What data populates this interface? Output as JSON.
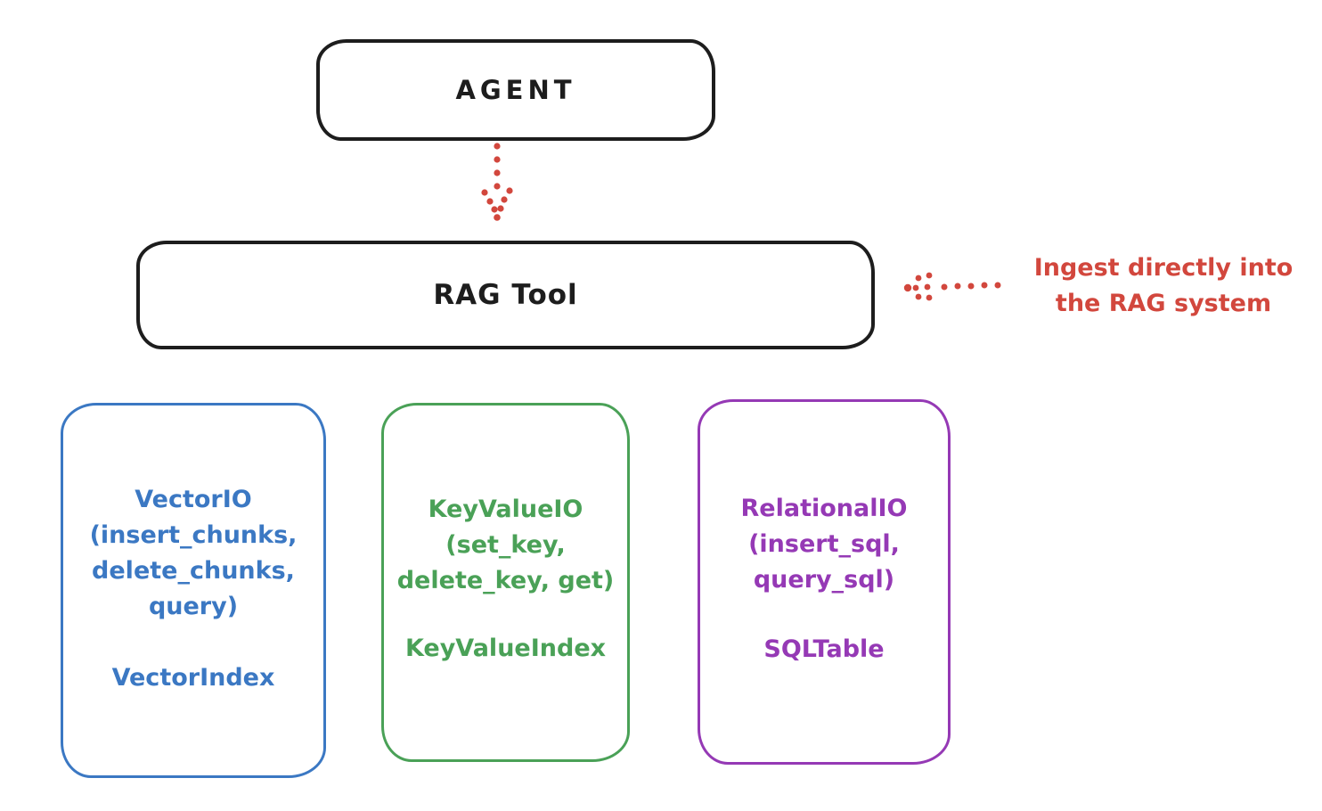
{
  "colors": {
    "stroke": "#1d1d1d",
    "red": "#d2473d",
    "blue": "#3b78c3",
    "green": "#4aa157",
    "purple": "#9539b5",
    "background": "#ffffff"
  },
  "nodes": {
    "agent": {
      "label": "AGENT"
    },
    "rag_tool": {
      "label": "RAG Tool"
    },
    "vector_io": {
      "lines": [
        "VectorIO",
        "(insert_chunks,",
        "delete_chunks,",
        "query)"
      ],
      "index": "VectorIndex"
    },
    "key_value_io": {
      "lines": [
        "KeyValueIO",
        "(set_key,",
        "delete_key, get)"
      ],
      "index": "KeyValueIndex"
    },
    "relational_io": {
      "lines": [
        "RelationalIO",
        "(insert_sql,",
        "query_sql)"
      ],
      "index": "SQLTable"
    }
  },
  "annotation": {
    "lines": [
      "Ingest directly into",
      "the RAG system"
    ]
  }
}
